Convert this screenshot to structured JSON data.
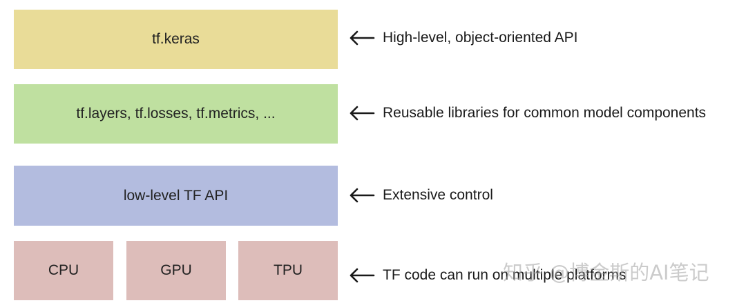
{
  "colors": {
    "keras_fill": "#E9DC98",
    "libraries_fill": "#BFE0A0",
    "low_level_fill": "#B3BCDF",
    "hardware_fill": "#DDBDBA",
    "arrow": "#1a1a1a"
  },
  "stack": {
    "keras": "tf.keras",
    "libraries": "tf.layers, tf.losses, tf.metrics, ...",
    "low_level": "low-level TF API",
    "hardware": [
      "CPU",
      "GPU",
      "TPU"
    ]
  },
  "annotations": {
    "keras": "High-level, object-oriented API",
    "libraries": "Reusable libraries for common model components",
    "low_level": "Extensive control",
    "hardware": "TF code can run on multiple platforms"
  },
  "watermark": "知乎 @博金斯的AI笔记",
  "icons": {
    "annotation_arrow": "left-arrow-icon"
  }
}
